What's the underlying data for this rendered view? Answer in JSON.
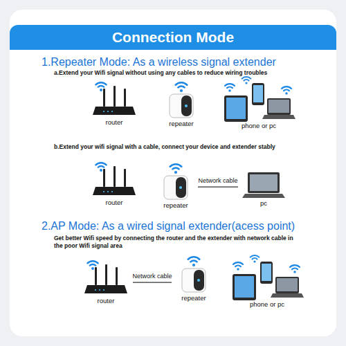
{
  "diagram": {
    "title": "Connection Mode",
    "nodes": [
      {
        "text": [
          "router"
        ]
      },
      {
        "text": [
          "repeater"
        ]
      },
      {
        "text": [
          "phone or pc"
        ]
      },
      {
        "text": [
          "router"
        ]
      },
      {
        "text": [
          "repeater"
        ]
      },
      {
        "text": [
          "pc"
        ]
      },
      {
        "text": [
          "router"
        ]
      },
      {
        "text": [
          "repeater"
        ]
      },
      {
        "text": [
          "phone or pc"
        ]
      }
    ],
    "edges": [
      {
        "from": 4,
        "to": 5,
        "label": "Network cable",
        "arrow": "none"
      },
      {
        "from": 6,
        "to": 7,
        "label": "Network cable",
        "arrow": "none"
      }
    ],
    "labels": [
      "1.Repeater Mode: As a wireless signal extender",
      "a.Extend your Wifi signal without using any cables to reduce wiring troubles",
      "b.Extend your wifi signal with a cable, connect your device and extender stably",
      "2.AP Mode: As a wired signal extender(acess point)",
      "Get better Wifi speed by connecting the router and the extender with network cable in the poor Wifi signal area"
    ]
  }
}
